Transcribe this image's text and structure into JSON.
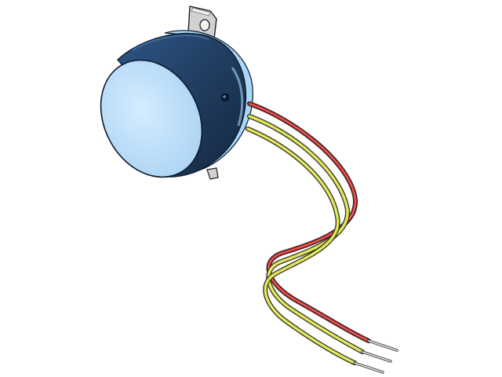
{
  "scene": {
    "background": "#ffffff",
    "subject": "motor-with-leads",
    "colors": {
      "body_dark": "#1f3a5c",
      "body_mid": "#2c4f7a",
      "face": "#bfe0ff",
      "face_edge": "#0d1b2e",
      "ring": "#a9d7f5",
      "bracket": "#cfcfcf",
      "bracket_edge": "#222222",
      "wire_red": "#cc1f1f",
      "wire_yellow": "#d6dc3a",
      "wire_outline": "#2a2a2a",
      "pin": "#d9d9d9"
    },
    "wires": [
      {
        "name": "red",
        "color_key": "wire_red"
      },
      {
        "name": "yellow-1",
        "color_key": "wire_yellow"
      },
      {
        "name": "yellow-2",
        "color_key": "wire_yellow"
      }
    ]
  }
}
